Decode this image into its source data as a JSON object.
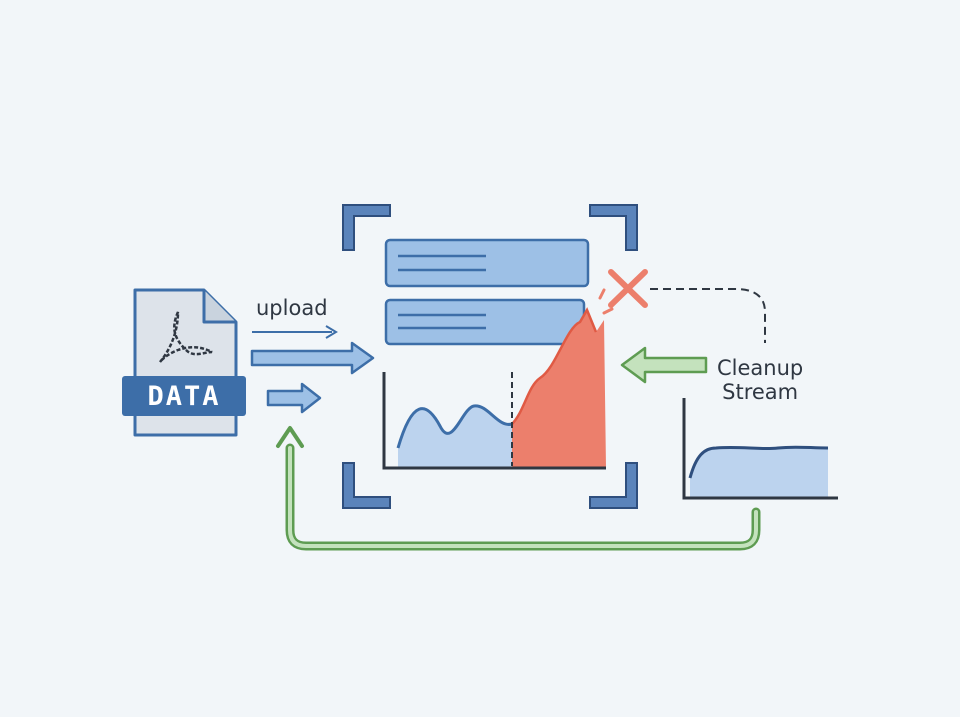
{
  "labels": {
    "upload": "upload",
    "cleanup_line1": "Cleanup",
    "cleanup_line2": "Stream",
    "file_badge": "DATA"
  },
  "icons": {
    "file": "pdf-document-icon",
    "error": "close-icon"
  },
  "colors": {
    "background": "#f2f6f9",
    "blue_fill": "#9dc0e6",
    "blue_stroke": "#3d6ea8",
    "blue_light": "#bcd3ee",
    "red": "#ec7f6c",
    "green": "#91c487",
    "gray_file": "#dde3ea"
  }
}
